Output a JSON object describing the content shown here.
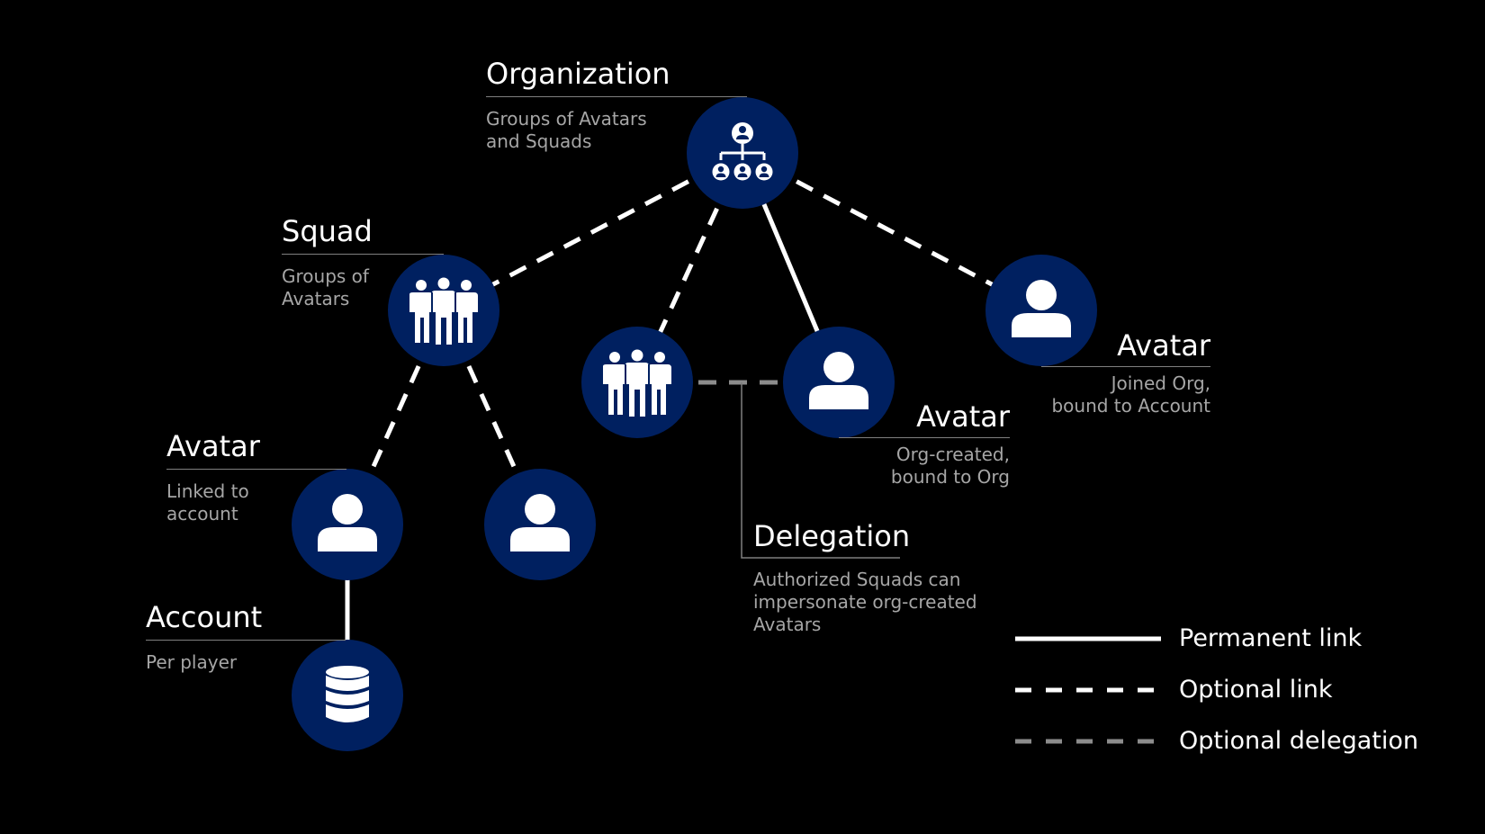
{
  "colors": {
    "background": "#000000",
    "node_fill": "#002060",
    "icon": "#ffffff",
    "permanent_link": "#ffffff",
    "optional_link": "#ffffff",
    "optional_delegation": "#8c8c8c",
    "subtitle_text": "#a6a6a6"
  },
  "nodes": [
    {
      "id": "organization",
      "icon": "org-chart-icon"
    },
    {
      "id": "squad",
      "icon": "group-icon"
    },
    {
      "id": "org-squad",
      "icon": "group-icon"
    },
    {
      "id": "org-avatar",
      "icon": "person-icon"
    },
    {
      "id": "joined-avatar",
      "icon": "person-icon"
    },
    {
      "id": "linked-avatar",
      "icon": "person-icon"
    },
    {
      "id": "squad-avatar",
      "icon": "person-icon"
    },
    {
      "id": "account",
      "icon": "database-icon"
    }
  ],
  "links": [
    {
      "from": "organization",
      "to": "squad",
      "type": "optional"
    },
    {
      "from": "organization",
      "to": "org-squad",
      "type": "optional"
    },
    {
      "from": "organization",
      "to": "org-avatar",
      "type": "permanent"
    },
    {
      "from": "organization",
      "to": "joined-avatar",
      "type": "optional"
    },
    {
      "from": "squad",
      "to": "linked-avatar",
      "type": "optional"
    },
    {
      "from": "squad",
      "to": "squad-avatar",
      "type": "optional"
    },
    {
      "from": "linked-avatar",
      "to": "account",
      "type": "permanent"
    },
    {
      "from": "org-squad",
      "to": "org-avatar",
      "type": "delegation"
    }
  ],
  "labels": {
    "organization": {
      "title": "Organization",
      "line1": "Groups of Avatars",
      "line2": "and Squads"
    },
    "squad": {
      "title": "Squad",
      "line1": "Groups of",
      "line2": "Avatars"
    },
    "avatar_linked": {
      "title": "Avatar",
      "line1": "Linked to",
      "line2": "account"
    },
    "account": {
      "title": "Account",
      "line1": "Per player"
    },
    "avatar_org": {
      "title": "Avatar",
      "line1": "Org-created,",
      "line2": "bound to Org"
    },
    "avatar_joined": {
      "title": "Avatar",
      "line1": "Joined Org,",
      "line2": "bound to Account"
    },
    "delegation": {
      "title": "Delegation",
      "line1": "Authorized Squads can",
      "line2": "impersonate org-created",
      "line3": "Avatars"
    }
  },
  "legend": {
    "permanent": "Permanent link",
    "optional": "Optional link",
    "delegation": "Optional delegation"
  }
}
